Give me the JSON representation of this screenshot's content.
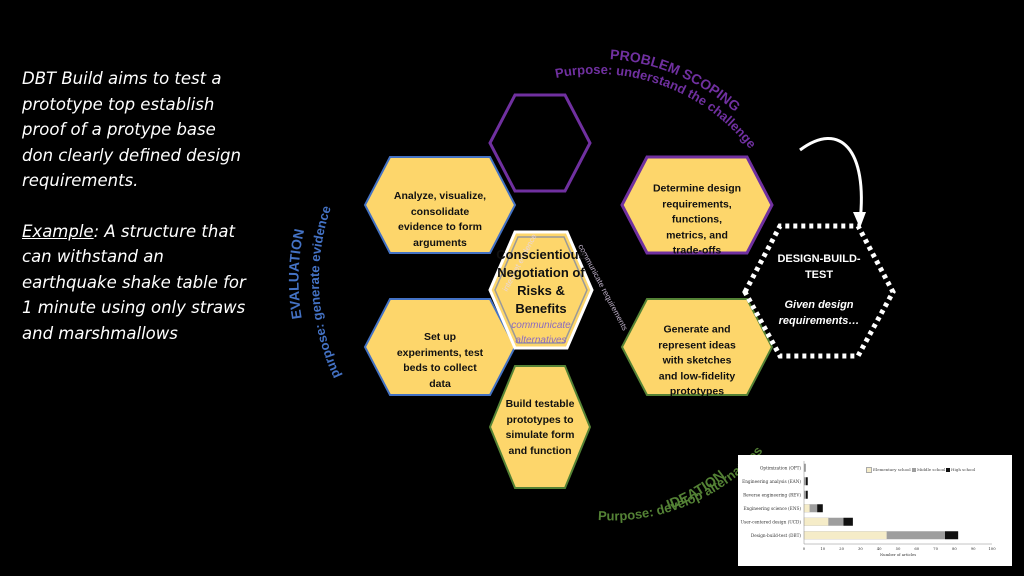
{
  "left": {
    "intro": "DBT Build aims to test a prototype top establish proof of a protype base don clearly defined design requirements.",
    "example_label": "Example",
    "example_text": ": A structure that can withstand an earthquake shake table for 1 minute using only straws and marshmallows"
  },
  "hexes": {
    "analyze": "Analyze, visualize, consolidate evidence to form arguments",
    "determine": "Determine design requirements, functions, metrics, and trade-offs",
    "setup": "Set up experiments, test beds to collect data",
    "generate": "Generate and represent ideas with sketches and low-fidelity prototypes",
    "build": "Build testable prototypes to simulate form and function",
    "center_title": "Conscientious Negotiation of Risks & Benefits",
    "center_sub": "communicate alternatives",
    "center_faint_left": "interpret evidence",
    "center_faint_right": "communicate requirements"
  },
  "dbt": {
    "title": "DESIGN-BUILD-TEST",
    "subtitle": "Given design requirements…"
  },
  "arcs": {
    "scoping_title": "PROBLEM SCOPING",
    "scoping_purpose": "Purpose: understand the challenge",
    "evaluation_title": "EVALUATION",
    "evaluation_purpose": "purpose: generate evidence",
    "ideation_title": "IDEATION",
    "ideation_purpose": "Purpose: develop alternatives"
  },
  "colors": {
    "hex_fill": "#fdd66b",
    "hex_border_blue": "#4472c4",
    "hex_border_purple": "#7030a0",
    "scoping": "#7030a0",
    "evaluation": "#4472c4",
    "ideation": "#548235"
  },
  "chart_data": {
    "type": "bar",
    "orientation": "horizontal",
    "stacked": true,
    "categories": [
      "Optimization (OPT)",
      "Engineering analysis (EAN)",
      "Reverse engineering (REV)",
      "Engineering science (ENS)",
      "User-centered design (UCD)",
      "Design-build-test (DBT)"
    ],
    "series": [
      {
        "name": "Elementary school",
        "color": "#f5ecc8",
        "values": [
          0,
          0,
          0,
          3,
          13,
          44
        ]
      },
      {
        "name": "Middle school",
        "color": "#9e9e9e",
        "values": [
          1,
          1,
          1,
          4,
          8,
          31
        ]
      },
      {
        "name": "High school",
        "color": "#111111",
        "values": [
          0,
          1,
          1,
          3,
          5,
          7
        ]
      }
    ],
    "xlabel": "Number of articles",
    "xlim": [
      0,
      100
    ],
    "xticks": [
      "0",
      "10",
      "20",
      "30",
      "40",
      "50",
      "60",
      "70",
      "80",
      "90",
      "100"
    ]
  }
}
